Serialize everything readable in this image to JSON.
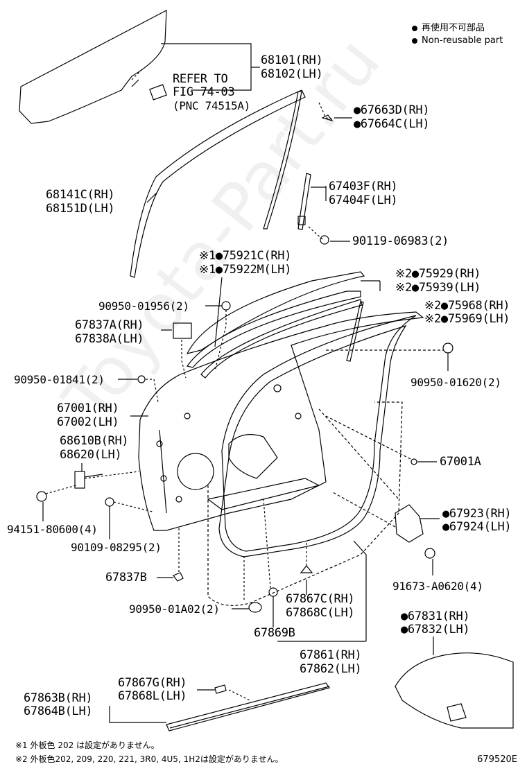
{
  "legend": {
    "line1": "再使用不可部品",
    "line2": "Non-reusable part"
  },
  "watermark": "Toyota-Part.ru",
  "refer": {
    "l1": "REFER TO",
    "l2": "FIG 74-03",
    "l3": "(PNC 74515A)"
  },
  "labels": {
    "p68101": "68101(RH)",
    "p68102": "68102(LH)",
    "p67663": "●67663D(RH)",
    "p67664": "●67664C(LH)",
    "p68141": "68141C(RH)",
    "p68151": "68151D(LH)",
    "p67403": "67403F(RH)",
    "p67404": "67404F(LH)",
    "p90119": "90119-06983(2)",
    "p75921": "※1●75921C(RH)",
    "p75922": "※1●75922M(LH)",
    "p75929": "※2●75929(RH)",
    "p75939": "※2●75939(LH)",
    "p90950a": "90950-01956(2)",
    "p75968": "※2●75968(RH)",
    "p75969": "※2●75969(LH)",
    "p67837a": "67837A(RH)",
    "p67838a": "67838A(LH)",
    "p90950b": "90950-01841(2)",
    "p90950c": "90950-01620(2)",
    "p67001": "67001(RH)",
    "p67002": "67002(LH)",
    "p68610": "68610B(RH)",
    "p68620": "68620(LH)",
    "p67001a": "67001A",
    "p94151": "94151-80600(4)",
    "p67923": "●67923(RH)",
    "p67924": "●67924(LH)",
    "p90109": "90109-08295(2)",
    "p67837b": "67837B",
    "p91673": "91673-A0620(4)",
    "p67867c": "67867C(RH)",
    "p67868c": "67868C(LH)",
    "p90950d": "90950-01A02(2)",
    "p67831": "●67831(RH)",
    "p67832": "●67832(LH)",
    "p67869b": "67869B",
    "p67861": "67861(RH)",
    "p67862": "67862(LH)",
    "p67867g": "67867G(RH)",
    "p67868l": "67868L(LH)",
    "p67863b": "67863B(RH)",
    "p67864b": "67864B(LH)"
  },
  "footnotes": {
    "n1": "※1 外板色 202 は設定がありません。",
    "n2": "※2 外板色202, 209, 220, 221, 3R0, 4U5, 1H2は設定がありません。"
  },
  "figure_code": "679520E"
}
